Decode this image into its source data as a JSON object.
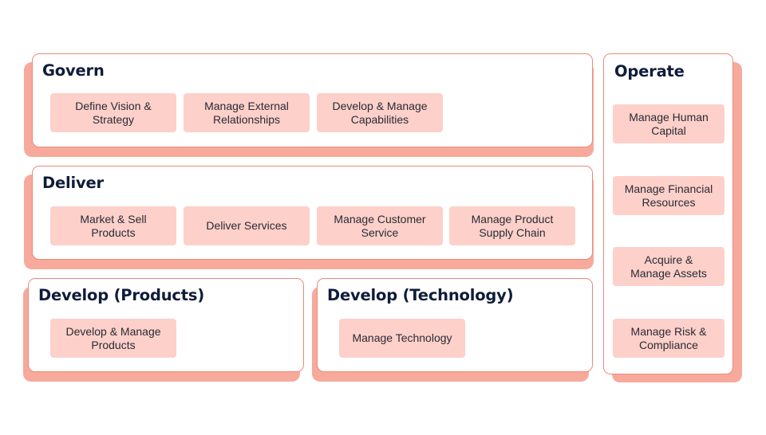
{
  "govern": {
    "title": "Govern",
    "items": [
      "Define Vision &\nStrategy",
      "Manage External\nRelationships",
      "Develop & Manage\nCapabilities"
    ]
  },
  "deliver": {
    "title": "Deliver",
    "items": [
      "Market & Sell\nProducts",
      "Deliver Services",
      "Manage Customer\nService",
      "Manage Product\nSupply Chain"
    ]
  },
  "develop_products": {
    "title": "Develop (Products)",
    "items": [
      "Develop & Manage\nProducts"
    ]
  },
  "develop_technology": {
    "title": "Develop (Technology)",
    "items": [
      "Manage Technology"
    ]
  },
  "operate": {
    "title": "Operate",
    "items": [
      "Manage Human\nCapital",
      "Manage Financial\nResources",
      "Acquire &\nManage Assets",
      "Manage Risk &\nCompliance"
    ]
  },
  "colors": {
    "panel_border": "#ec8a7c",
    "panel_shadow": "#f7a99c",
    "capability_fill": "#fdd0c9",
    "title_text": "#0f1c3a"
  }
}
